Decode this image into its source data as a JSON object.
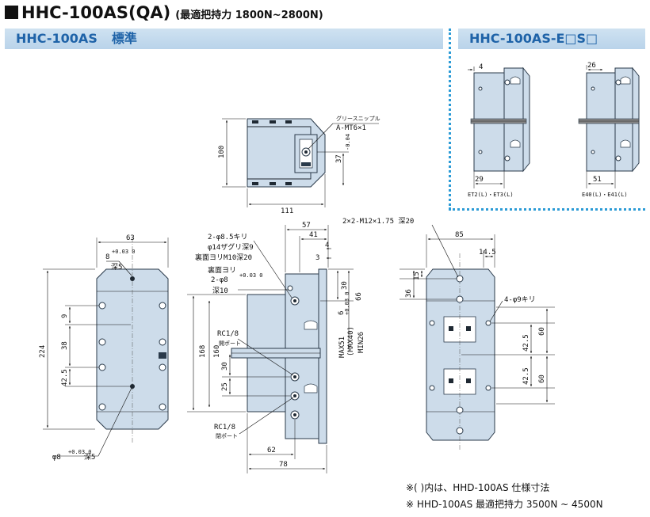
{
  "title": {
    "main": "HHC-100AS(QA)",
    "sub": "(最適把持力 1800N~2800N)"
  },
  "bands": {
    "left_model": "HHC-100AS",
    "left_std": "標準",
    "right_model": "HHC-100AS-E□S□"
  },
  "top_view": {
    "height_dim": "100",
    "width_dim": "111",
    "grease_label": "グリースニップル",
    "grease_spec": "A-MT6×1",
    "offset_dim": "37",
    "offset_tol": "-0.04"
  },
  "option_views": {
    "left": {
      "top_dim": "4",
      "bottom_dim": "29",
      "caption": "ET2(L)・ET3(L)"
    },
    "right": {
      "top_dim": "26",
      "bottom_dim": "51",
      "caption": "E40(L)・E41(L)"
    }
  },
  "front_view": {
    "width_dim": "63",
    "pin_hole_top": "8",
    "pin_tol": "+0.03 0",
    "pin_depth_top": "深5",
    "height_dim": "224",
    "dim_9": "9",
    "dim_38": "38",
    "dim_42_5": "42.5",
    "pin_hole_bottom": "φ8",
    "pin_depth_bottom": "深5"
  },
  "side_view": {
    "dim_57": "57",
    "dim_41": "41",
    "dim_4": "4",
    "dim_3": "3",
    "dim_30": "30",
    "dim_66": "66",
    "dim_6": "6",
    "dim_6_tol": "+0.03 0",
    "max51": "MAX51",
    "max40": "(MAX40)",
    "min26": "MIN26",
    "label_drill": "2-φ8.5キリ",
    "label_cbore": "φ14ザグリ深9",
    "label_rear_tap": "裏面ヨリM10深20",
    "label_rear": "裏面ヨリ",
    "label_rear_pin": "2-φ8",
    "label_rear_pin_tol": "+0.03 0",
    "label_depth10": "深10",
    "rc_open": "RC1/8",
    "open_port": "開ポート",
    "rc_close": "RC1/8",
    "close_port": "閉ポート",
    "dim_168": "168",
    "dim_160": "160",
    "dim_30b": "30",
    "dim_25": "25",
    "dim_62": "62",
    "dim_78": "78"
  },
  "right_view": {
    "tap_label": "2×2-M12×1.75 深20",
    "dim_85": "85",
    "dim_14_5": "14.5",
    "dim_36": "36",
    "dim_15": "15",
    "drill_label": "4-φ9キリ",
    "dim_60a": "60",
    "dim_42_5a": "42.5",
    "dim_42_5b": "42.5",
    "dim_60b": "60"
  },
  "notes": {
    "line1": "※( )内は、HHD-100AS 仕様寸法",
    "line2": "※ HHD-100AS 最適把持力 3500N ~ 4500N"
  },
  "colors": {
    "body_fill": "#cddcea",
    "body_stroke": "#2a3a4a",
    "band_text": "#1f63a8",
    "band_bg": "#c4dbee",
    "dotted_border": "#2b9bd6"
  }
}
